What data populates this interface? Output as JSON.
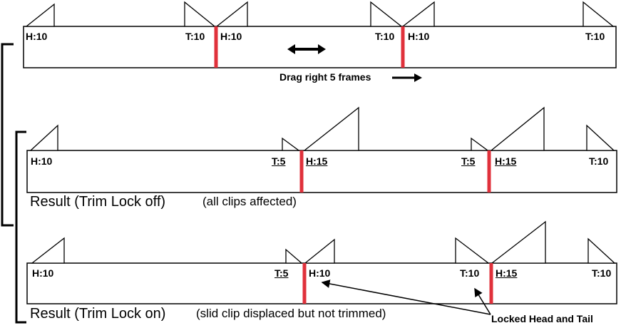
{
  "row1": {
    "labels": [
      "H:10",
      "T:10",
      "H:10",
      "T:10",
      "H:10",
      "T:10"
    ],
    "drag_label": "Drag right 5 frames"
  },
  "row2": {
    "labels": [
      "H:10",
      "T:5",
      "H:15",
      "T:5",
      "H:15",
      "T:10"
    ],
    "result_title": "Result (Trim Lock off)",
    "result_note": "(all clips affected)"
  },
  "row3": {
    "labels": [
      "H:10",
      "T:5",
      "H:10",
      "T:10",
      "H:15",
      "T:10"
    ],
    "result_title": "Result (Trim Lock on)",
    "result_note": "(slid clip displaced but not trimmed)",
    "callout": "Locked Head and Tail"
  },
  "colors": {
    "stroke": "#000000",
    "edit_point": "#e0313b",
    "background": "#ffffff"
  }
}
